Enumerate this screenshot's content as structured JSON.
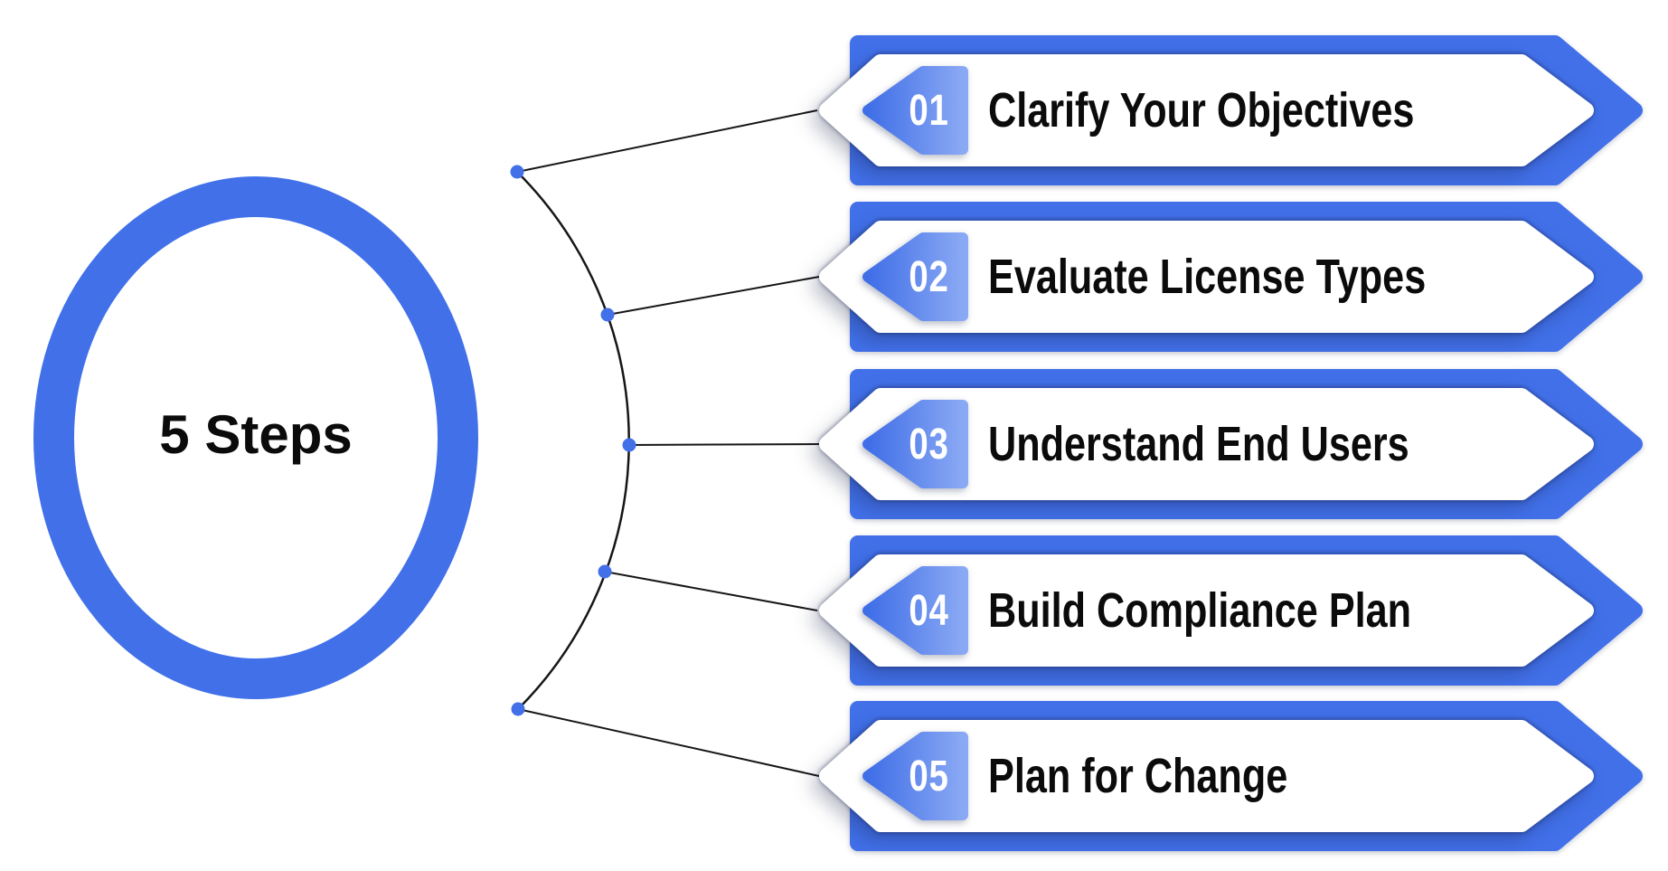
{
  "title": {
    "text": "5 Steps"
  },
  "steps": [
    {
      "number": "01",
      "label": "Clarify Your Objectives"
    },
    {
      "number": "02",
      "label": "Evaluate License Types"
    },
    {
      "number": "03",
      "label": "Understand End Users"
    },
    {
      "number": "04",
      "label": "Build Compliance Plan"
    },
    {
      "number": "05",
      "label": "Plan for Change"
    }
  ],
  "colors": {
    "accent": "#4170E9",
    "badge_start": "#3F6EE7",
    "badge_end": "#8AA9F4",
    "connector": "#161616",
    "text": "#0B0B0B",
    "number_text": "#FFFFFF",
    "background": "#FFFFFF"
  }
}
